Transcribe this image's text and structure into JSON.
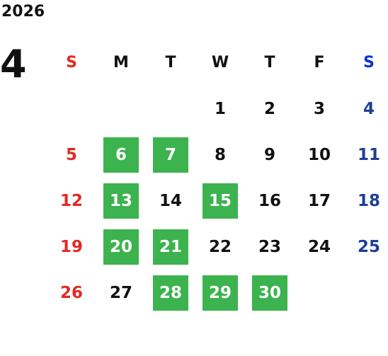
{
  "year": "2026",
  "month": "4",
  "weekdays": [
    "S",
    "M",
    "T",
    "W",
    "T",
    "F",
    "S"
  ],
  "colors": {
    "sunday": "#e22a22",
    "saturday": "#1f3f96",
    "saturday_header": "#1133cc",
    "highlight_bg": "#3cb34e",
    "highlight_text": "#ffffff",
    "weekday_text": "#111111"
  },
  "weeks": [
    [
      "",
      "",
      "",
      "1",
      "2",
      "3",
      "4"
    ],
    [
      "5",
      "6",
      "7",
      "8",
      "9",
      "10",
      "11"
    ],
    [
      "12",
      "13",
      "14",
      "15",
      "16",
      "17",
      "18"
    ],
    [
      "19",
      "20",
      "21",
      "22",
      "23",
      "24",
      "25"
    ],
    [
      "26",
      "27",
      "28",
      "29",
      "30",
      "",
      ""
    ]
  ],
  "highlighted_days": [
    "6",
    "7",
    "13",
    "15",
    "20",
    "21",
    "28",
    "29",
    "30"
  ]
}
